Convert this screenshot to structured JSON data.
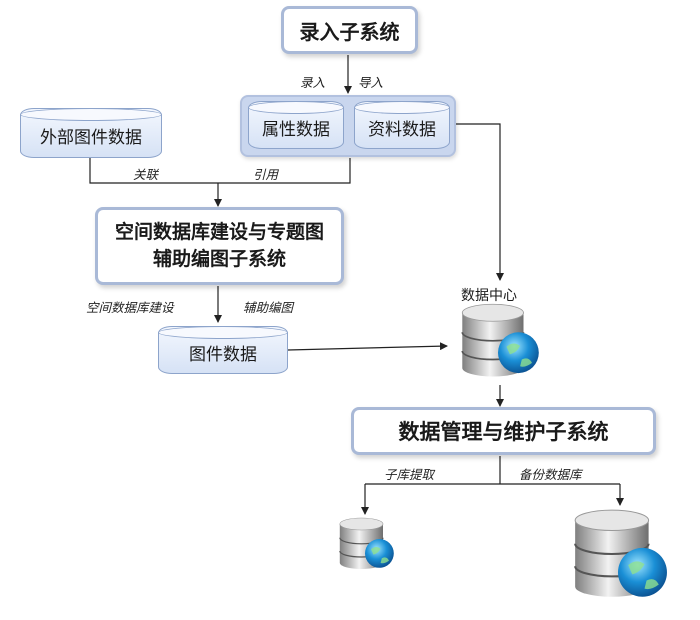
{
  "boxes": {
    "entry": "录入子系统",
    "spatial": "空间数据库建设与专题图辅助编图子系统",
    "manage": "数据管理与维护子系统"
  },
  "cylinders": {
    "external": "外部图件数据",
    "attribute": "属性数据",
    "material": "资料数据",
    "map": "图件数据"
  },
  "labels": {
    "record": "录入",
    "import": "导入",
    "relate": "关联",
    "cite": "引用",
    "spatial_build": "空间数据库建设",
    "aux_map": "辅助编图",
    "sub_extract": "子库提取",
    "backup": "备份数据库",
    "data_center": "数据中心"
  }
}
